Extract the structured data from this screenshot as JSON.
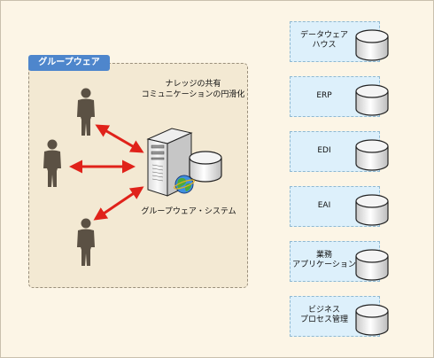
{
  "groupware": {
    "tab_label": "グループウェア",
    "knowledge_caption": "ナレッジの共有\nコミュニケーションの円滑化",
    "system_caption": "グループウェア・システム"
  },
  "systems": [
    {
      "label": "データウェア\nハウス"
    },
    {
      "label": "ERP"
    },
    {
      "label": "EDI"
    },
    {
      "label": "EAI"
    },
    {
      "label": "業務\nアプリケーション"
    },
    {
      "label": "ビジネス\nプロセス管理"
    }
  ],
  "colors": {
    "tab": "#4e86cc",
    "arrow": "#e0221a",
    "system_box": "#ddf0fb",
    "person": "#5b5144"
  }
}
